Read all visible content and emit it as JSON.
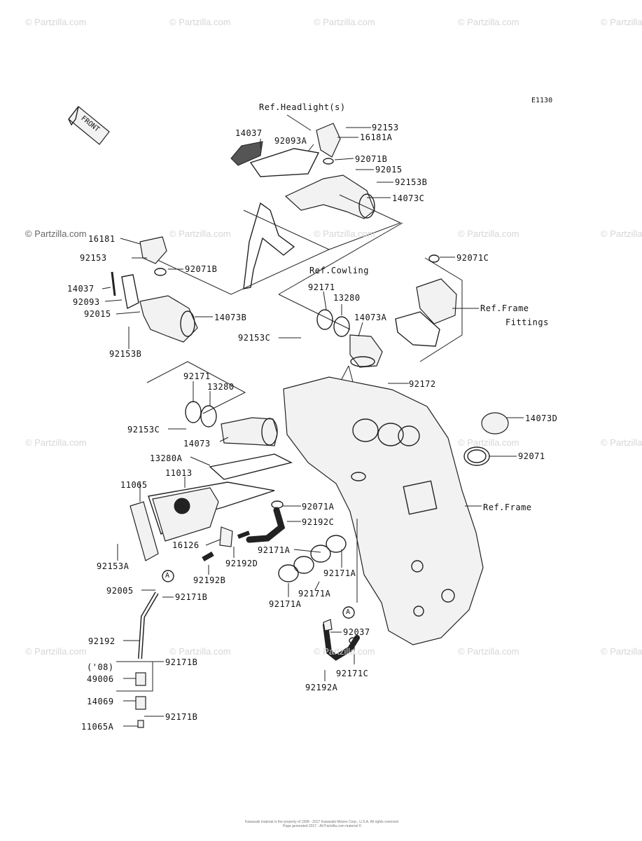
{
  "diagram_code": "E1130",
  "front_label": "FRONT",
  "watermark": "© Partzilla.com",
  "footer_lines": [
    "Kawasaki material is the property of 1998 - 2017 Kawasaki Motors Corp., U.S.A. All rights reserved.",
    "Page generated 2017 - All Partzilla.com material ©"
  ],
  "callouts": {
    "ref_headlights": "Ref.Headlight(s)",
    "ref_cowling": "Ref.Cowling",
    "ref_frame_fittings_1": "Ref.Frame",
    "ref_frame_fittings_2": "Fittings",
    "ref_frame": "Ref.Frame",
    "note_08": "('08)",
    "a_marker": "A"
  },
  "parts": {
    "p14037_top": "14037",
    "p92093A": "92093A",
    "p92153_top": "92153",
    "p16181A": "16181A",
    "p92071B_top": "92071B",
    "p92015_top": "92015",
    "p92153B_top": "92153B",
    "p14073C": "14073C",
    "p16181": "16181",
    "p92153_left": "92153",
    "p92071B_left": "92071B",
    "p14037_left": "14037",
    "p92093": "92093",
    "p92015_left": "92015",
    "p14073B": "14073B",
    "p92153B_left": "92153B",
    "p92071C": "92071C",
    "p92171_mid": "92171",
    "p13280_mid": "13280",
    "p14073A": "14073A",
    "p92153C_mid": "92153C",
    "p92171_low": "92171",
    "p13280_low": "13280",
    "p92172": "92172",
    "p92153C_low": "92153C",
    "p14073": "14073",
    "p14073D": "14073D",
    "p92071": "92071",
    "p13280A": "13280A",
    "p11013": "11013",
    "p11065": "11065",
    "p92071A": "92071A",
    "p92192C": "92192C",
    "p16126": "16126",
    "p92192D": "92192D",
    "p92153A": "92153A",
    "p92192B": "92192B",
    "p92171A_1": "92171A",
    "p92171A_2": "92171A",
    "p92171A_3": "92171A",
    "p92171A_4": "92171A",
    "p92005": "92005",
    "p92171B_1": "92171B",
    "p92192": "92192",
    "p92171B_2": "92171B",
    "p49006": "49006",
    "p14069": "14069",
    "p92171B_3": "92171B",
    "p11065A": "11065A",
    "p92037": "92037",
    "p92171C": "92171C",
    "p92192A": "92192A"
  }
}
